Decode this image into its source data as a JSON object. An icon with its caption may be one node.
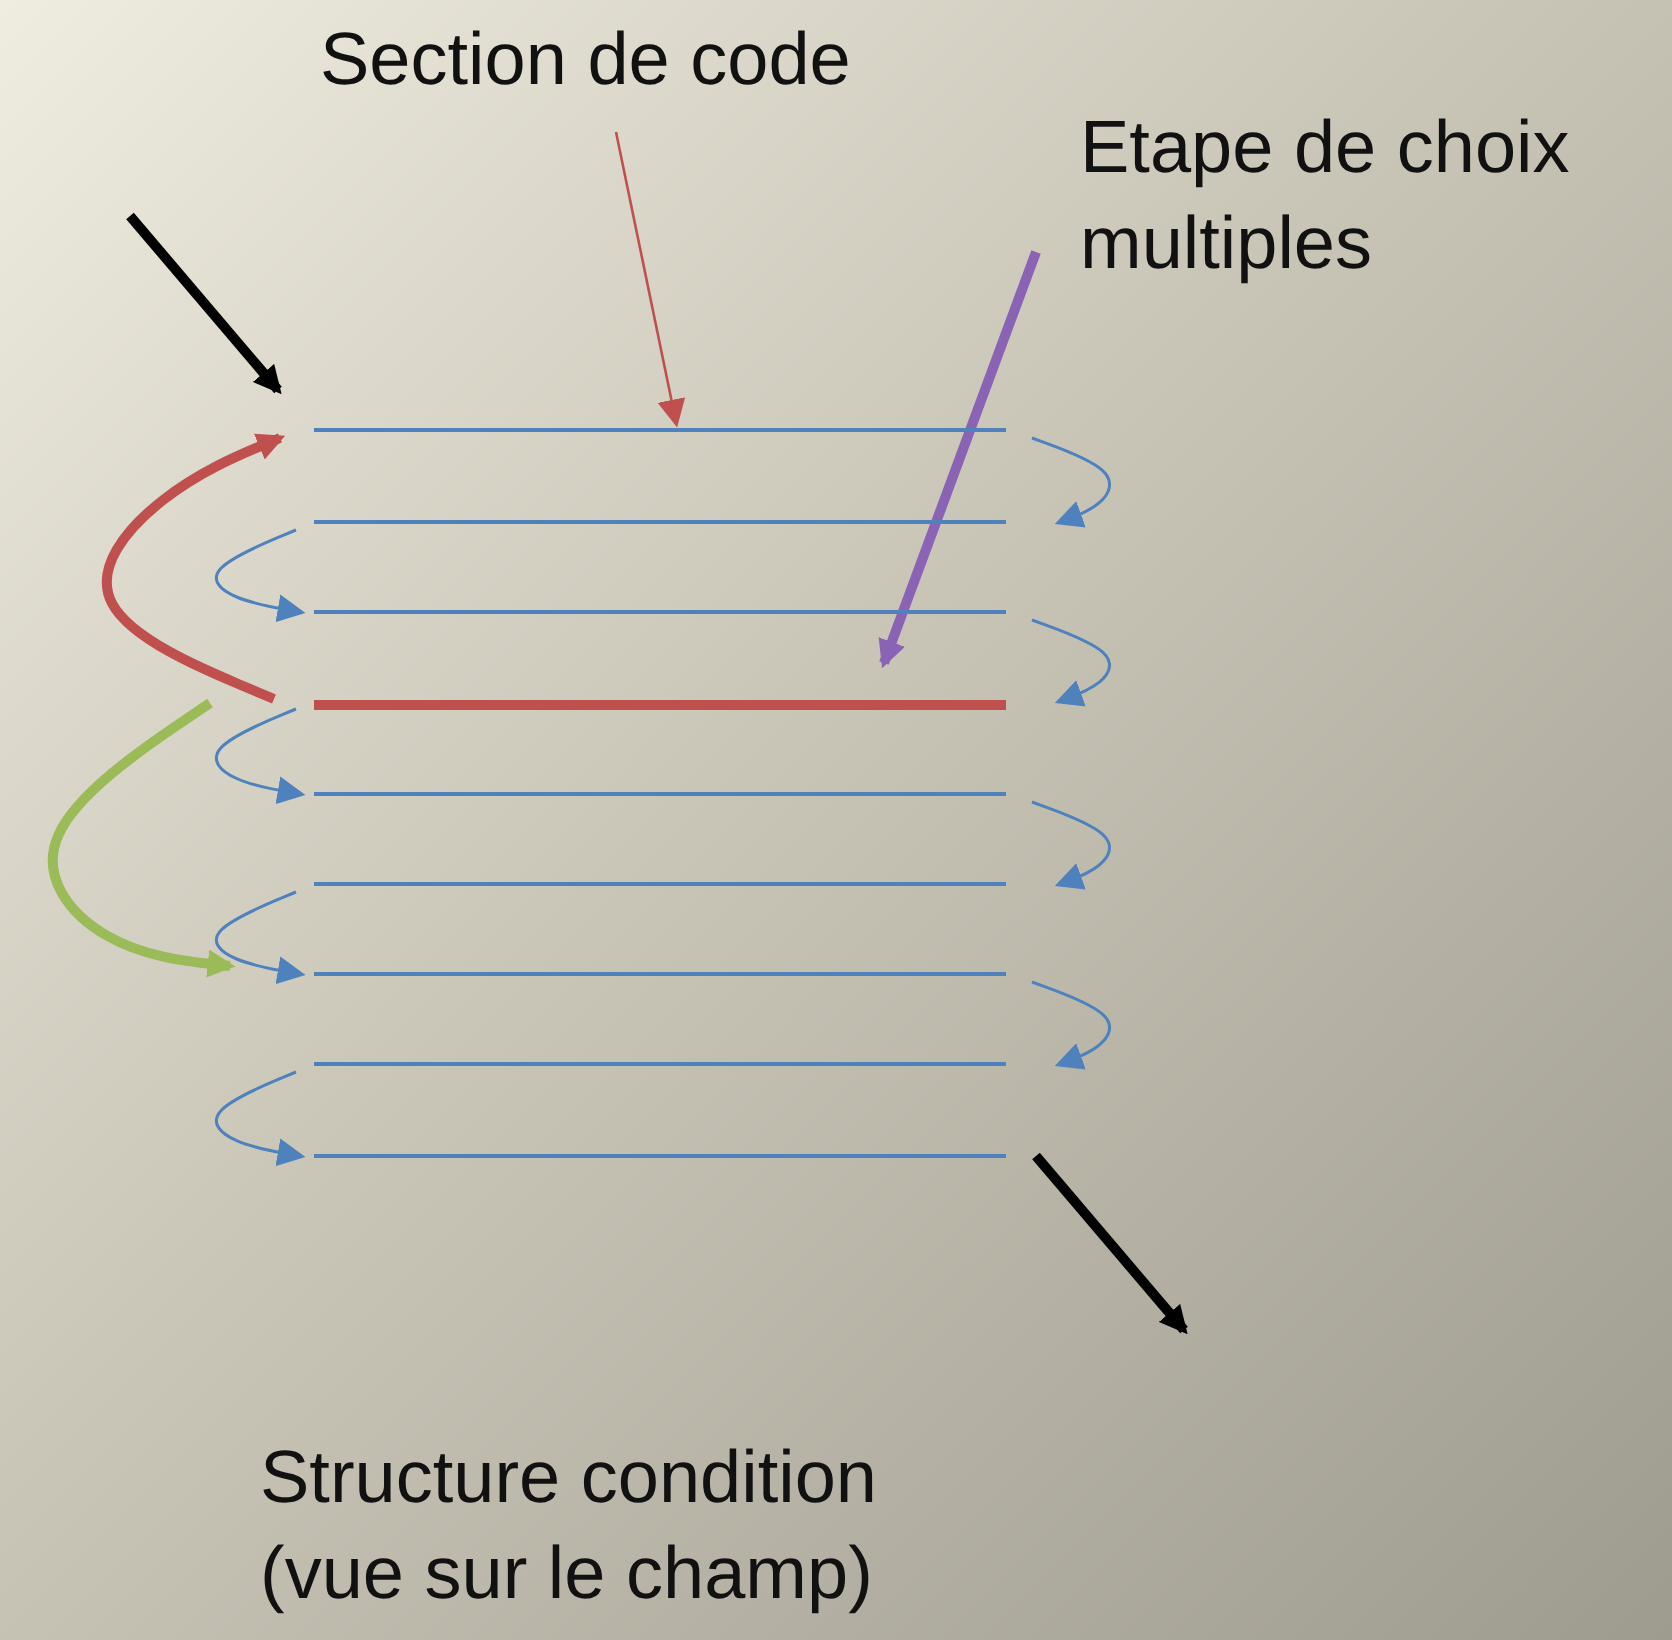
{
  "diagram": {
    "nodes": [
      {
        "text": [
          "Section de code"
        ]
      },
      {
        "text": [
          "Etape de choix multiples"
        ]
      },
      {
        "text": [],
        "shape": "bar"
      },
      {
        "text": [],
        "shape": "bar"
      },
      {
        "text": [],
        "shape": "bar"
      },
      {
        "text": [],
        "shape": "bar"
      },
      {
        "text": [],
        "shape": "bar"
      },
      {
        "text": [],
        "shape": "bar"
      },
      {
        "text": [],
        "shape": "bar"
      },
      {
        "text": [],
        "shape": "bar"
      },
      {
        "text": [],
        "shape": "bar"
      }
    ],
    "edges": [
      {
        "from": 0,
        "to": 2,
        "arrow": "to",
        "color": "#c0504d"
      },
      {
        "from": 1,
        "to": 5,
        "arrow": "to",
        "style": "thick",
        "color": "#8a63b5"
      },
      {
        "from": null,
        "to": 2,
        "arrow": "to",
        "style": "thick",
        "color": "#000000"
      },
      {
        "from": 10,
        "to": null,
        "arrow": "to",
        "style": "thick",
        "color": "#000000"
      },
      {
        "from": 2,
        "to": 3,
        "arrow": "to"
      },
      {
        "from": 3,
        "to": 4,
        "arrow": "to"
      },
      {
        "from": 4,
        "to": 5,
        "arrow": "to"
      },
      {
        "from": 5,
        "to": 6,
        "arrow": "to"
      },
      {
        "from": 6,
        "to": 7,
        "arrow": "to"
      },
      {
        "from": 7,
        "to": 8,
        "arrow": "to"
      },
      {
        "from": 8,
        "to": 9,
        "arrow": "to"
      },
      {
        "from": 9,
        "to": 10,
        "arrow": "to"
      },
      {
        "from": 5,
        "to": 2,
        "arrow": "to",
        "style": "thick",
        "color": "#c0504d"
      },
      {
        "from": 5,
        "to": 8,
        "arrow": "to",
        "style": "thick",
        "color": "#9bbb59"
      }
    ],
    "labels": [
      "Structure condition (vue sur le champ)"
    ]
  }
}
